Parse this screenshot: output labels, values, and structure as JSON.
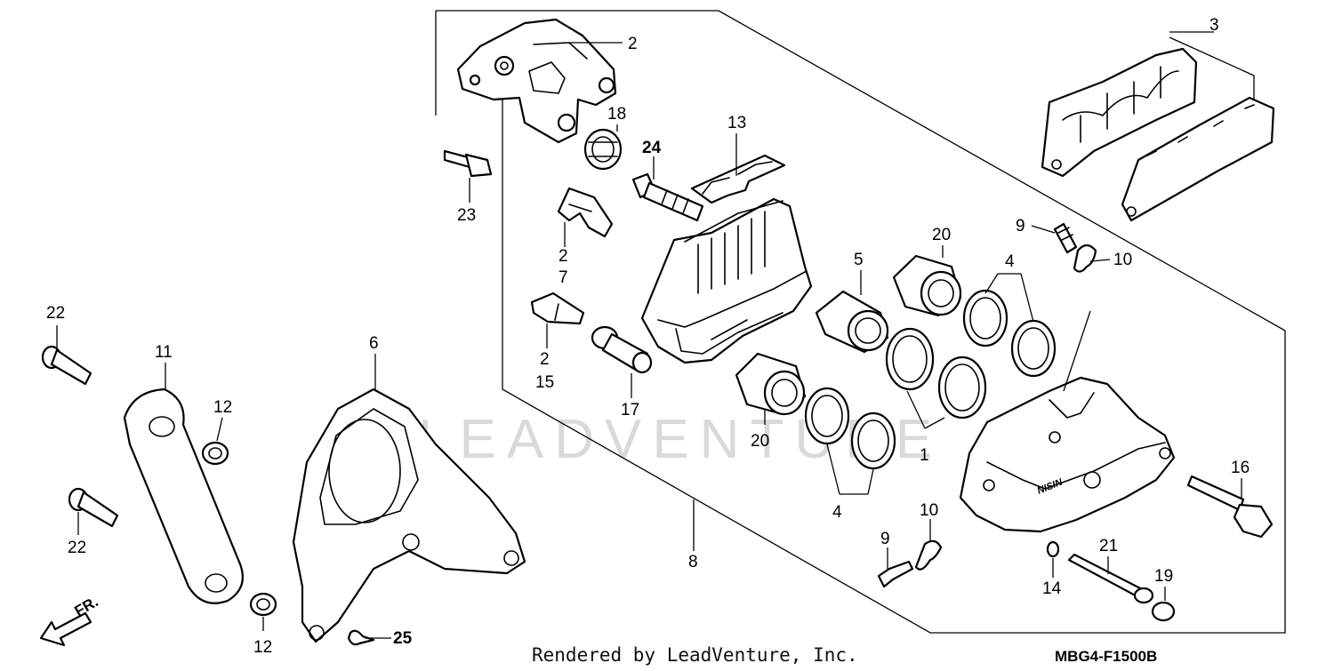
{
  "watermark": "LEADVENTURE",
  "credit": "Rendered by LeadVenture, Inc.",
  "diagram_code": "MBG4-F1500B",
  "direction_label": "FR.",
  "callouts": {
    "c1": "1",
    "c2a": "2",
    "c2b": "2",
    "c7": "7",
    "c2c": "2",
    "c15": "15",
    "c3": "3",
    "c4a": "4",
    "c4b": "4",
    "c5": "5",
    "c6": "6",
    "c8": "8",
    "c9a": "9",
    "c9b": "9",
    "c10a": "10",
    "c10b": "10",
    "c11": "11",
    "c12a": "12",
    "c12b": "12",
    "c13": "13",
    "c14": "14",
    "c16": "16",
    "c17": "17",
    "c18": "18",
    "c19": "19",
    "c20a": "20",
    "c20b": "20",
    "c21": "21",
    "c22a": "22",
    "c22b": "22",
    "c23": "23",
    "c24": "24",
    "c25": "25"
  }
}
